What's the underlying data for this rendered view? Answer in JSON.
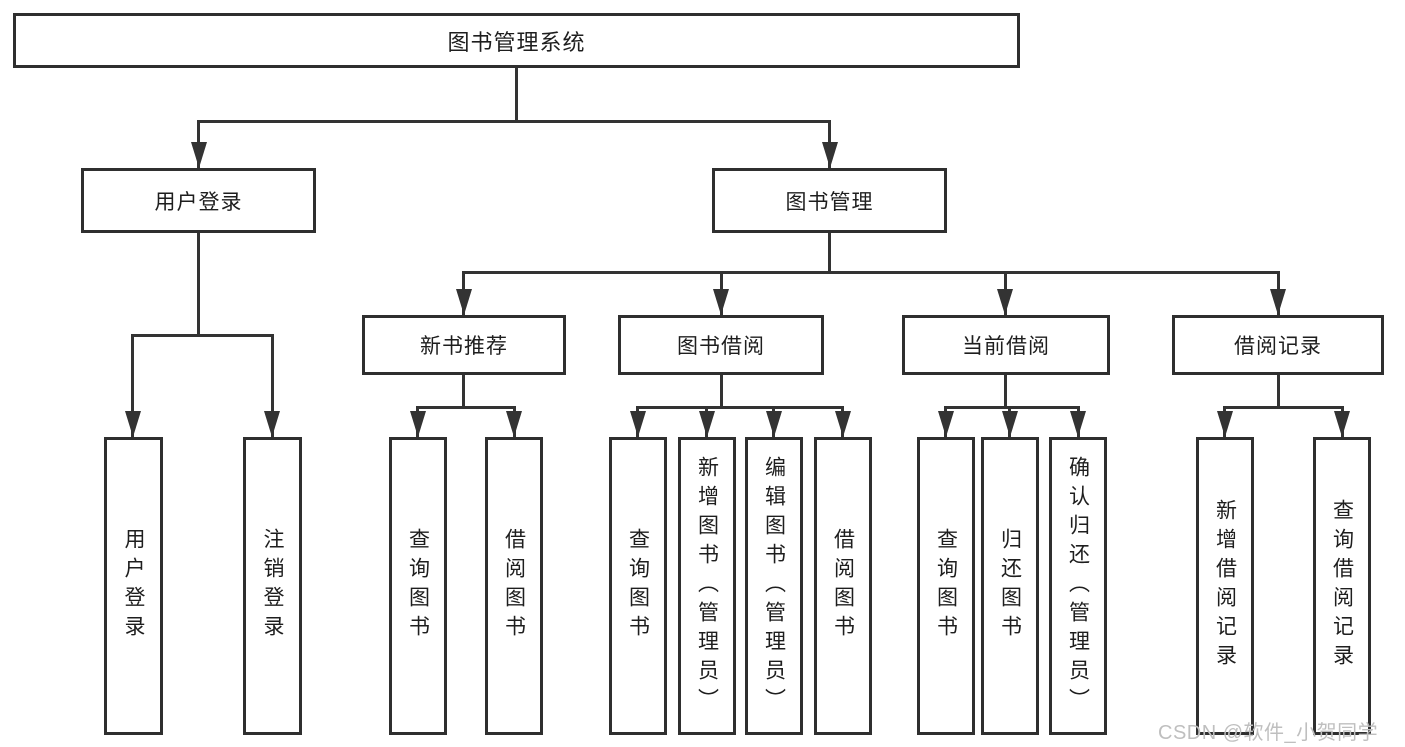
{
  "diagram": {
    "root": {
      "label": "图书管理系统"
    },
    "level2": [
      {
        "label": "用户登录"
      },
      {
        "label": "图书管理"
      }
    ],
    "level3": [
      {
        "label": "新书推荐"
      },
      {
        "label": "图书借阅"
      },
      {
        "label": "当前借阅"
      },
      {
        "label": "借阅记录"
      }
    ],
    "level4": {
      "user_login_children": [
        {
          "label": "用户登录"
        },
        {
          "label": "注销登录"
        }
      ],
      "new_book_children": [
        {
          "label": "查询图书"
        },
        {
          "label": "借阅图书"
        }
      ],
      "book_borrow_children": [
        {
          "label": "查询图书"
        },
        {
          "label": "新增图书（管理员）"
        },
        {
          "label": "编辑图书（管理员）"
        },
        {
          "label": "借阅图书"
        }
      ],
      "current_borrow_children": [
        {
          "label": "查询图书"
        },
        {
          "label": "归还图书"
        },
        {
          "label": "确认归还（管理员）"
        }
      ],
      "borrow_record_children": [
        {
          "label": "新增借阅记录"
        },
        {
          "label": "查询借阅记录"
        }
      ]
    },
    "watermark": "CSDN @软件_小贺同学",
    "colors": {
      "line": "#333333",
      "box_border": "#2f2f2f",
      "text": "#1e1e1e",
      "watermark": "#bfbfbf",
      "background": "#ffffff"
    }
  }
}
